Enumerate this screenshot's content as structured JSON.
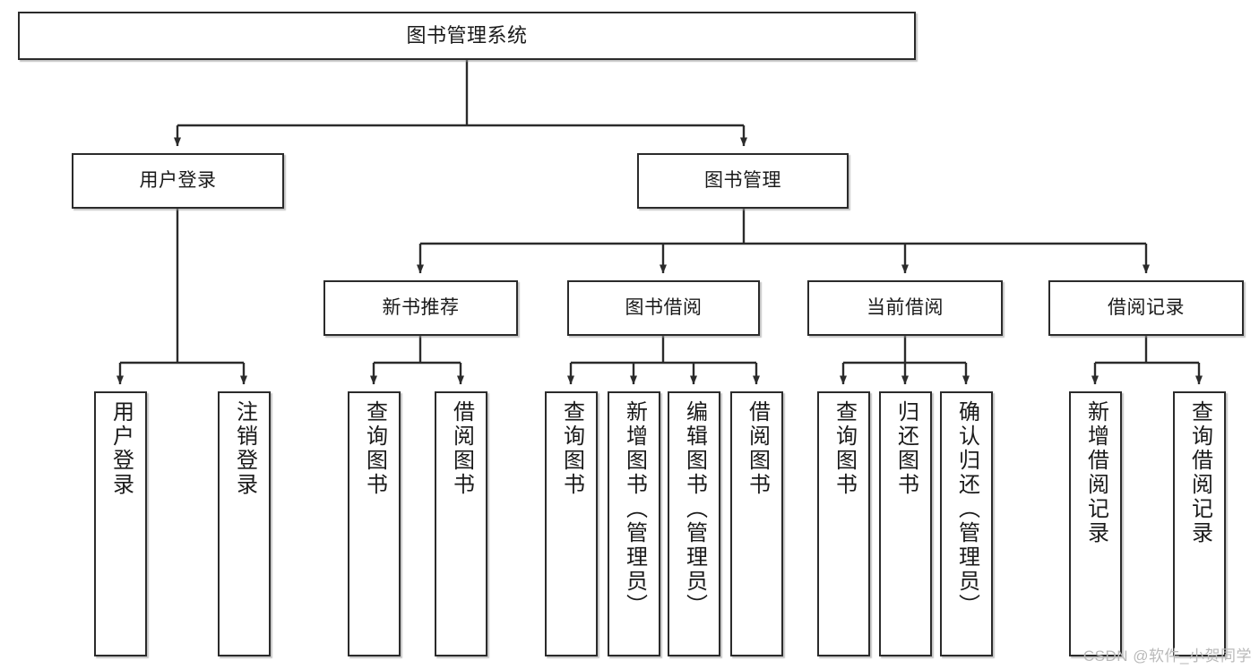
{
  "diagram": {
    "title": "图书管理系统",
    "type": "tree-diagram",
    "colors": {
      "node_border": "#2b2b2b",
      "node_fill": "#ffffff",
      "edge": "#2b2b2b",
      "text": "#1a1a1a",
      "watermark": "#b9b9b9"
    },
    "nodes": {
      "root": {
        "label": "图书管理系统"
      },
      "level2": [
        {
          "id": "user-login",
          "label": "用户登录"
        },
        {
          "id": "book-management",
          "label": "图书管理"
        }
      ],
      "level3": [
        {
          "id": "new-book-recommend",
          "label": "新书推荐"
        },
        {
          "id": "book-borrow",
          "label": "图书借阅"
        },
        {
          "id": "current-borrow",
          "label": "当前借阅"
        },
        {
          "id": "borrow-record",
          "label": "借阅记录"
        }
      ],
      "leaves": [
        {
          "id": "leaf-user-login",
          "label": "用户登录",
          "parent": "user-login"
        },
        {
          "id": "leaf-logout-login",
          "label": "注销登录",
          "parent": "user-login"
        },
        {
          "id": "leaf-query-book-1",
          "label": "查询图书",
          "parent": "new-book-recommend"
        },
        {
          "id": "leaf-borrow-book-1",
          "label": "借阅图书",
          "parent": "new-book-recommend"
        },
        {
          "id": "leaf-query-book-2",
          "label": "查询图书",
          "parent": "book-borrow"
        },
        {
          "id": "leaf-add-book",
          "label": "新增图书（管理员）",
          "parent": "book-borrow"
        },
        {
          "id": "leaf-edit-book",
          "label": "编辑图书（管理员）",
          "parent": "book-borrow"
        },
        {
          "id": "leaf-borrow-book-2",
          "label": "借阅图书",
          "parent": "book-borrow"
        },
        {
          "id": "leaf-query-book-3",
          "label": "查询图书",
          "parent": "current-borrow"
        },
        {
          "id": "leaf-return-book",
          "label": "归还图书",
          "parent": "current-borrow"
        },
        {
          "id": "leaf-confirm-return",
          "label": "确认归还（管理员）",
          "parent": "current-borrow"
        },
        {
          "id": "leaf-add-record",
          "label": "新增借阅记录",
          "parent": "borrow-record"
        },
        {
          "id": "leaf-query-record",
          "label": "查询借阅记录",
          "parent": "borrow-record"
        }
      ]
    },
    "watermark": "CSDN @软件_小贺同学"
  }
}
